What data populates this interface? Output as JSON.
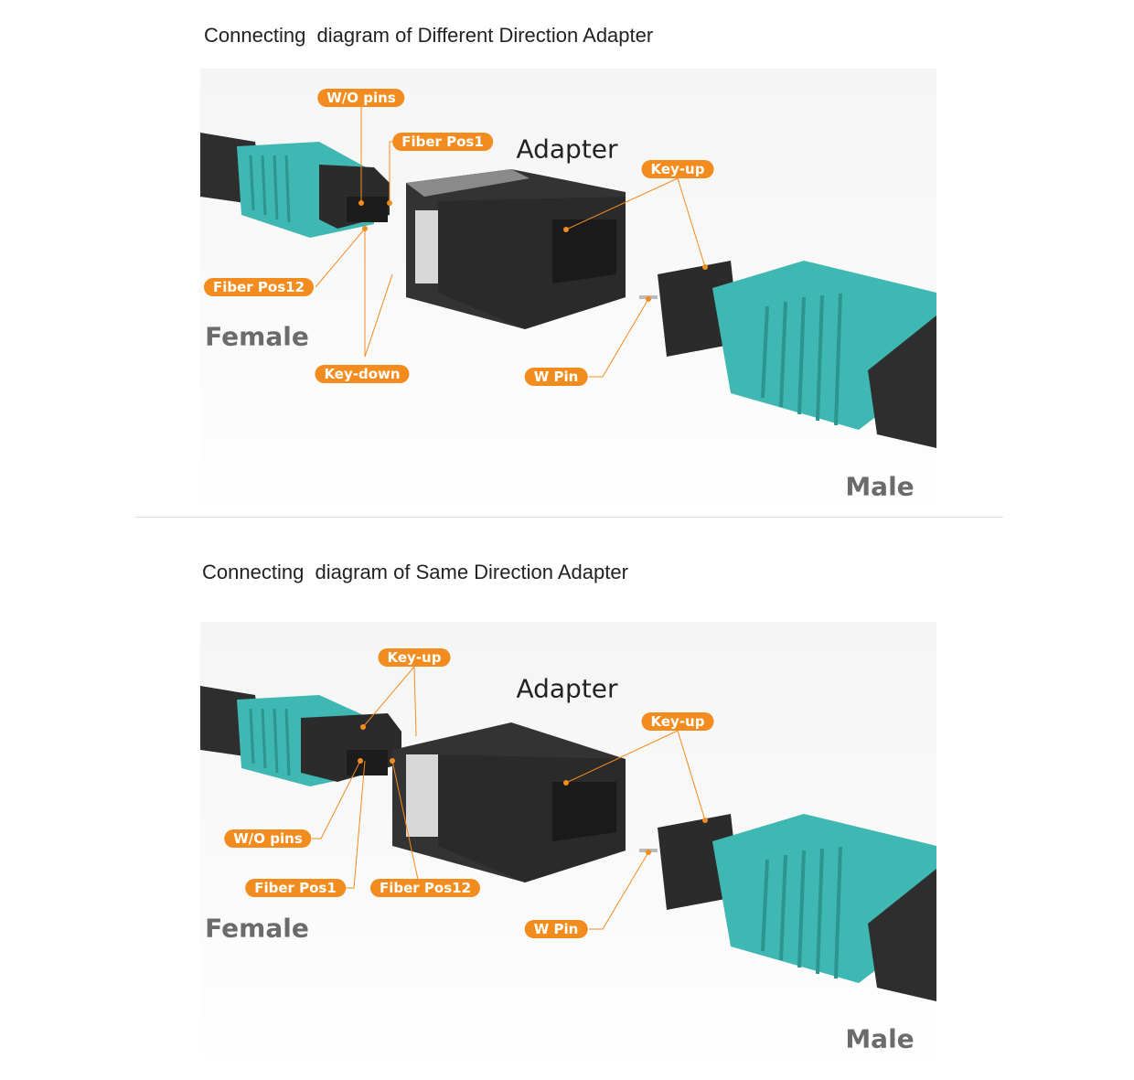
{
  "colors": {
    "tag": "#f28c1e",
    "teal": "#3fb8b3",
    "black": "#2b2b2b"
  },
  "panels": [
    {
      "title": "Connecting  diagram of Different Direction Adapter",
      "adapter": "Adapter",
      "female": "Female",
      "male": "Male",
      "tags": {
        "wo_pins": "W/O pins",
        "fiber_pos1": "Fiber Pos1",
        "key_up_male": "Key-up",
        "fiber_pos12": "Fiber Pos12",
        "key_down": "Key-down",
        "w_pin": "W Pin"
      }
    },
    {
      "title": "Connecting  diagram of Same Direction Adapter",
      "adapter": "Adapter",
      "female": "Female",
      "male": "Male",
      "tags": {
        "key_up_female": "Key-up",
        "key_up_male": "Key-up",
        "wo_pins": "W/O pins",
        "fiber_pos1": "Fiber Pos1",
        "fiber_pos12": "Fiber Pos12",
        "w_pin": "W Pin"
      }
    }
  ]
}
